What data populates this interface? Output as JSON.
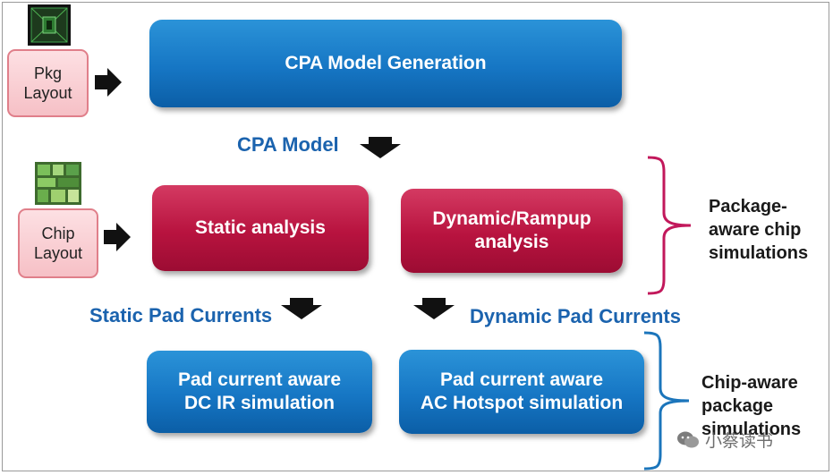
{
  "boxes": {
    "pkg_layout": "Pkg\nLayout",
    "chip_layout": "Chip\nLayout",
    "cpa_gen": "CPA Model Generation",
    "static": "Static analysis",
    "dynamic": "Dynamic/Rampup\nanalysis",
    "dc_ir": "Pad current aware\nDC IR simulation",
    "ac_hotspot": "Pad current aware\nAC Hotspot simulation"
  },
  "labels": {
    "cpa_model": "CPA Model",
    "static_pad": "Static Pad Currents",
    "dynamic_pad": "Dynamic Pad Currents"
  },
  "side": {
    "pkg_aware": "Package-\naware chip\nsimulations",
    "chip_aware": "Chip-aware\npackage\nsimulations"
  },
  "watermark": "小蔡读书",
  "colors": {
    "blue": "#1676c4",
    "red": "#b8133f",
    "brace_red": "#c2185b",
    "brace_blue": "#1b75bb",
    "label_blue": "#1b63ae"
  }
}
